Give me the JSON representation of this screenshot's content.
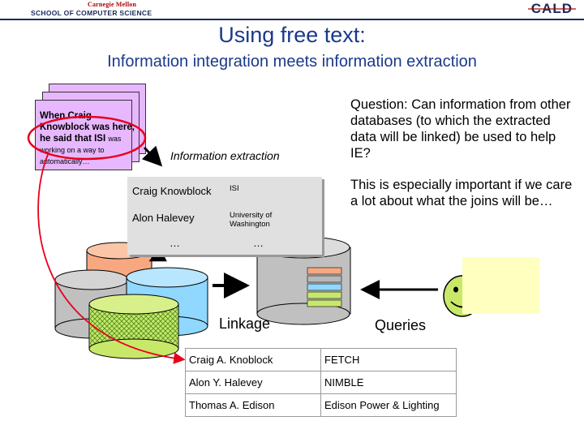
{
  "header": {
    "cmu_logo_text": "Carnegie Mellon",
    "school_name": "SCHOOL OF COMPUTER SCIENCE",
    "cald_logo_text": "CALD"
  },
  "title": "Using free text:",
  "subtitle": "Information integration meets information extraction",
  "document": {
    "text_bold": "When Craig Knowblock was here, he said that ISI",
    "text_rest": "was working on a way to automatically…"
  },
  "ie_label": "Information extraction",
  "question": "Question: Can information from other databases (to which the extracted data will be linked) be used to help IE?",
  "important": "This is especially important if we care a lot about what the joins will be…",
  "extracted_table": {
    "rows": [
      [
        "Craig Knowblock",
        "ISI"
      ],
      [
        "Alon Halevey",
        "University of Washington"
      ],
      [
        "…",
        "…"
      ]
    ]
  },
  "linkage_label": "Linkage",
  "queries_label": "Queries",
  "result_table": {
    "rows": [
      [
        "Craig A. Knoblock",
        "FETCH"
      ],
      [
        "Alon Y. Halevey",
        "NIMBLE"
      ],
      [
        "Thomas A. Edison",
        "Edison Power & Lighting"
      ]
    ]
  },
  "colors": {
    "title_blue": "#1a3a8a",
    "doc_purple": "#e7b8ff",
    "red_circle": "#e8001c",
    "cyl_salmon": "#f8a880",
    "cyl_gray": "#c0c0c0",
    "cyl_blue": "#90d8ff",
    "cyl_green": "#c8e86a",
    "smiley_green": "#c8e86a"
  }
}
